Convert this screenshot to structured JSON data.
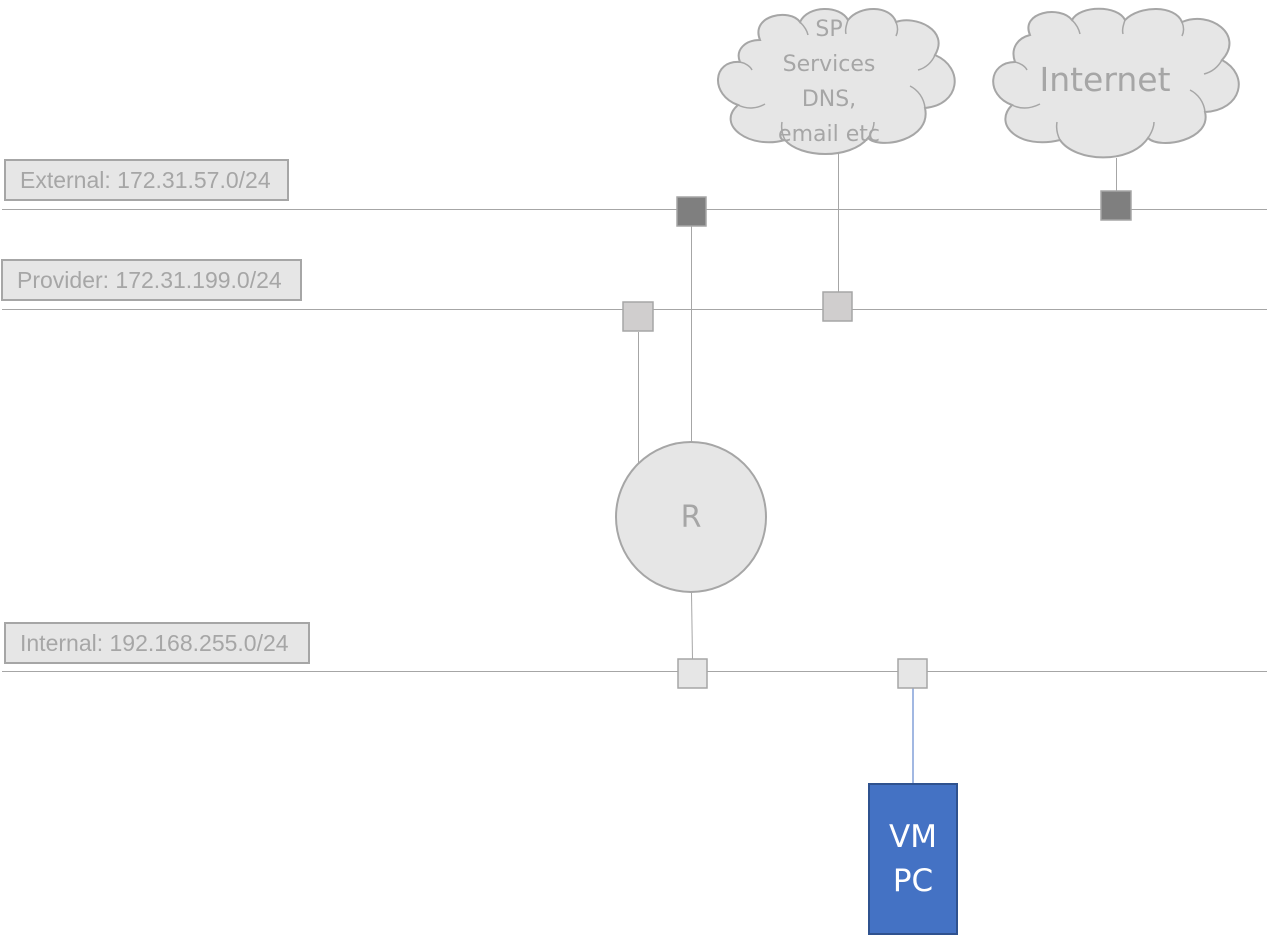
{
  "networks": {
    "external": {
      "label": "External: 172.31.57.0/24"
    },
    "provider": {
      "label": "Provider: 172.31.199.0/24"
    },
    "internal": {
      "label": "Internal: 192.168.255.0/24"
    }
  },
  "clouds": {
    "sp_services": {
      "lines": [
        "SP",
        "Services",
        "DNS,",
        "email etc"
      ]
    },
    "internet": {
      "label": "Internet"
    }
  },
  "router": {
    "label": "R"
  },
  "vm_pc": {
    "lines": [
      "VM",
      "PC"
    ]
  },
  "colors": {
    "line": "#a6a6a6",
    "shape_fill": "#e6e6e6",
    "port_dark": "#7f7f7f",
    "port_light": "#d0cece",
    "port_lighter": "#e6e6e6",
    "vm_fill": "#4472c4",
    "vm_border": "#2f528f",
    "vm_link": "#4472c4"
  }
}
